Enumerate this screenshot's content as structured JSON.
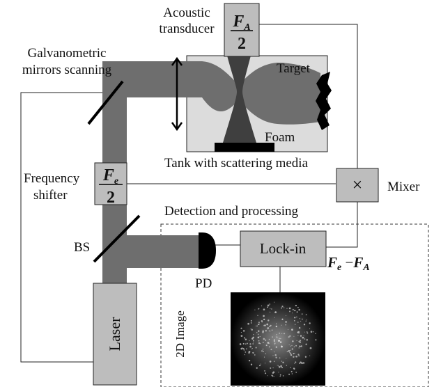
{
  "labels": {
    "acoustic_line1": "Acoustic",
    "acoustic_line2": "transducer",
    "galvo_line1": "Galvanometric",
    "galvo_line2": "mirrors scanning",
    "target": "Target",
    "foam": "Foam",
    "tank": "Tank with scattering media",
    "freq_line1": "Frequency",
    "freq_line2": "shifter",
    "mixer": "Mixer",
    "mixer_symbol": "×",
    "detection": "Detection and processing",
    "bs": "BS",
    "pd": "PD",
    "lockin": "Lock-in",
    "laser": "Laser",
    "image_2d": "2D Image"
  },
  "formulas": {
    "fa_symbol": "F",
    "fa_sub": "A",
    "fe_symbol": "F",
    "fe_sub": "e",
    "denominator": "2",
    "out_symbol": "F",
    "out_sub1": "e",
    "out_minus": " −",
    "out_sub2": "A"
  },
  "colors": {
    "beam": "#6e6e6e",
    "block": "#bdbdbd",
    "tank": "#dcdcdc",
    "dark": "#000000",
    "focus": "#4a4a4a"
  }
}
